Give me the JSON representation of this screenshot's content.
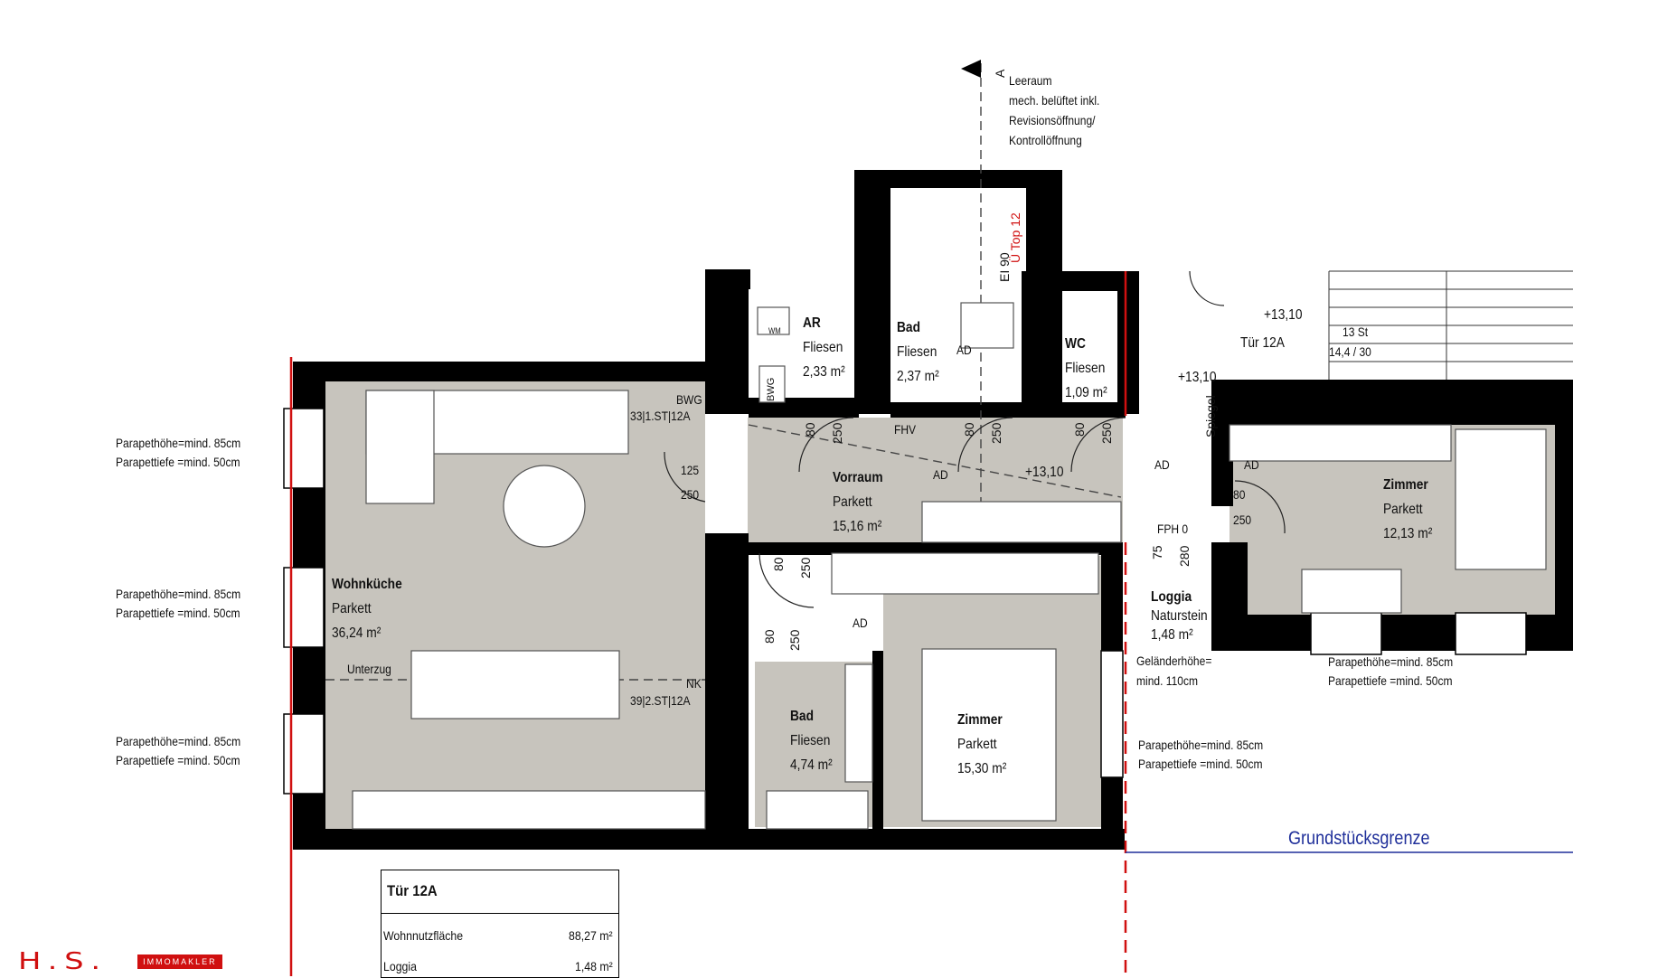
{
  "rooms": {
    "wohnkueche": {
      "name": "Wohnküche",
      "floor": "Parkett",
      "area": "36,24 m²"
    },
    "ar": {
      "name": "AR",
      "floor": "Fliesen",
      "area": "2,33 m²"
    },
    "bad_top": {
      "name": "Bad",
      "floor": "Fliesen",
      "area": "2,37 m²"
    },
    "wc": {
      "name": "WC",
      "floor": "Fliesen",
      "area": "1,09 m²"
    },
    "vorraum": {
      "name": "Vorraum",
      "floor": "Parkett",
      "area": "15,16 m²"
    },
    "zimmer_right": {
      "name": "Zimmer",
      "floor": "Parkett",
      "area": "12,13 m²"
    },
    "zimmer_mid": {
      "name": "Zimmer",
      "floor": "Parkett",
      "area": "15,30 m²"
    },
    "bad_bottom": {
      "name": "Bad",
      "floor": "Fliesen",
      "area": "4,74 m²"
    },
    "loggia": {
      "name": "Loggia",
      "floor": "Naturstein",
      "area": "1,48 m²"
    }
  },
  "notes": {
    "leeraum": [
      "Leeraum",
      "mech. belüftet inkl.",
      "Revisionsöffnung/",
      "Kontrollöffnung"
    ],
    "section_mark": "A",
    "parapet_height": "Parapethöhe=mind. 85cm",
    "parapet_depth": "Parapettiefe =mind. 50cm",
    "gelaender": [
      "Geländerhöhe=",
      "mind. 110cm"
    ],
    "bwg": "BWG",
    "bwg_detail": "33|1.ST|12A",
    "nk": "NK",
    "nk_detail": "39|2.ST|12A",
    "unterzug": "Unterzug",
    "fhv": "FHV",
    "fph": "FPH 0",
    "level_1": "+13,10",
    "level_2": "+13,10",
    "level_3": "+13,10",
    "tuer": "Tür 12A",
    "stairs": "13 St",
    "stairs_detail": "14,4 / 30",
    "spiegel": "Spiegel",
    "ei90": "EI 90",
    "ue_top": "Ü Top 12",
    "wm": "WM",
    "bwg_box": "BWG",
    "grundstueck": "Grundstücksgrenze"
  },
  "doors": {
    "d1_w": "125",
    "d1_h": "250",
    "d2_w": "80",
    "d2_h": "250",
    "d3_w": "80",
    "d3_h": "250",
    "d4_w": "80",
    "d4_h": "250",
    "d5_w": "80",
    "d5_h": "250",
    "d6_w": "80",
    "d6_h": "250",
    "d7_w": "80",
    "d7_h": "250",
    "d8_w": "75",
    "d8_h": "280",
    "ad": "AD"
  },
  "legend": {
    "title": "Tür 12A",
    "rows": [
      {
        "label": "Wohnnutzfläche",
        "value": "88,27 m²"
      },
      {
        "label": "Loggia",
        "value": "1,48 m²"
      }
    ]
  },
  "logo": {
    "main": "H.S.",
    "sub": "IMMOMAKLER"
  },
  "colors": {
    "floor_fill": "#c7c4bd",
    "wall": "#000000",
    "accent_red": "#d01010",
    "boundary_blue": "#1f2f9a"
  }
}
